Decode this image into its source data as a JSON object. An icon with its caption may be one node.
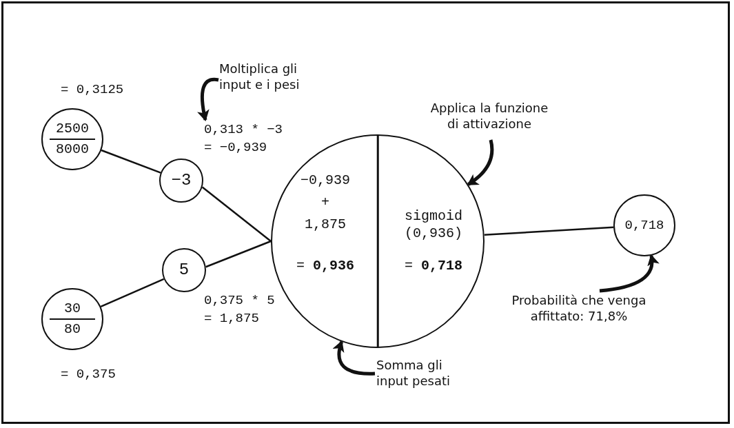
{
  "diagram": {
    "nodes": [
      {
        "text": [
          "2500",
          "8000"
        ],
        "beside": [
          "= 0,3125"
        ]
      },
      {
        "text": [
          "30",
          "80"
        ],
        "beside": [
          "= 0,375"
        ]
      },
      {
        "text": [
          "−3"
        ]
      },
      {
        "text": [
          "5"
        ]
      },
      {
        "text": [
          "−0,939",
          "+",
          "1,875",
          "= **0,936**",
          "sigmoid (0,936)",
          "= **0,718**"
        ]
      },
      {
        "text": [
          "0,718"
        ]
      },
      {
        "text": [
          "Moltiplica gli input e i pesi"
        ]
      },
      {
        "text": [
          "0,313 * −3 = −0,939"
        ]
      },
      {
        "text": [
          "Applica la funzione di attivazione"
        ]
      },
      {
        "text": [
          "Somma gli input pesati"
        ]
      },
      {
        "text": [
          "Probabilità che venga affittato: 71,8%"
        ]
      }
    ],
    "edges": [
      {
        "from": 0,
        "to": 2,
        "arrow": "none"
      },
      {
        "from": 2,
        "to": 4,
        "arrow": "none"
      },
      {
        "from": 1,
        "to": 3,
        "arrow": "none"
      },
      {
        "from": 3,
        "to": 4,
        "arrow": "none"
      },
      {
        "from": 4,
        "to": 5,
        "arrow": "none"
      },
      {
        "from": 6,
        "to": 7,
        "arrow": "to",
        "style": "thick"
      },
      {
        "from": 8,
        "to": 4,
        "arrow": "to",
        "style": "thick"
      },
      {
        "from": 9,
        "to": 4,
        "arrow": "to",
        "style": "thick"
      },
      {
        "from": 10,
        "to": 5,
        "arrow": "to",
        "style": "thick"
      }
    ],
    "labels": [
      "0,375 * 5 = 1,875"
    ]
  }
}
